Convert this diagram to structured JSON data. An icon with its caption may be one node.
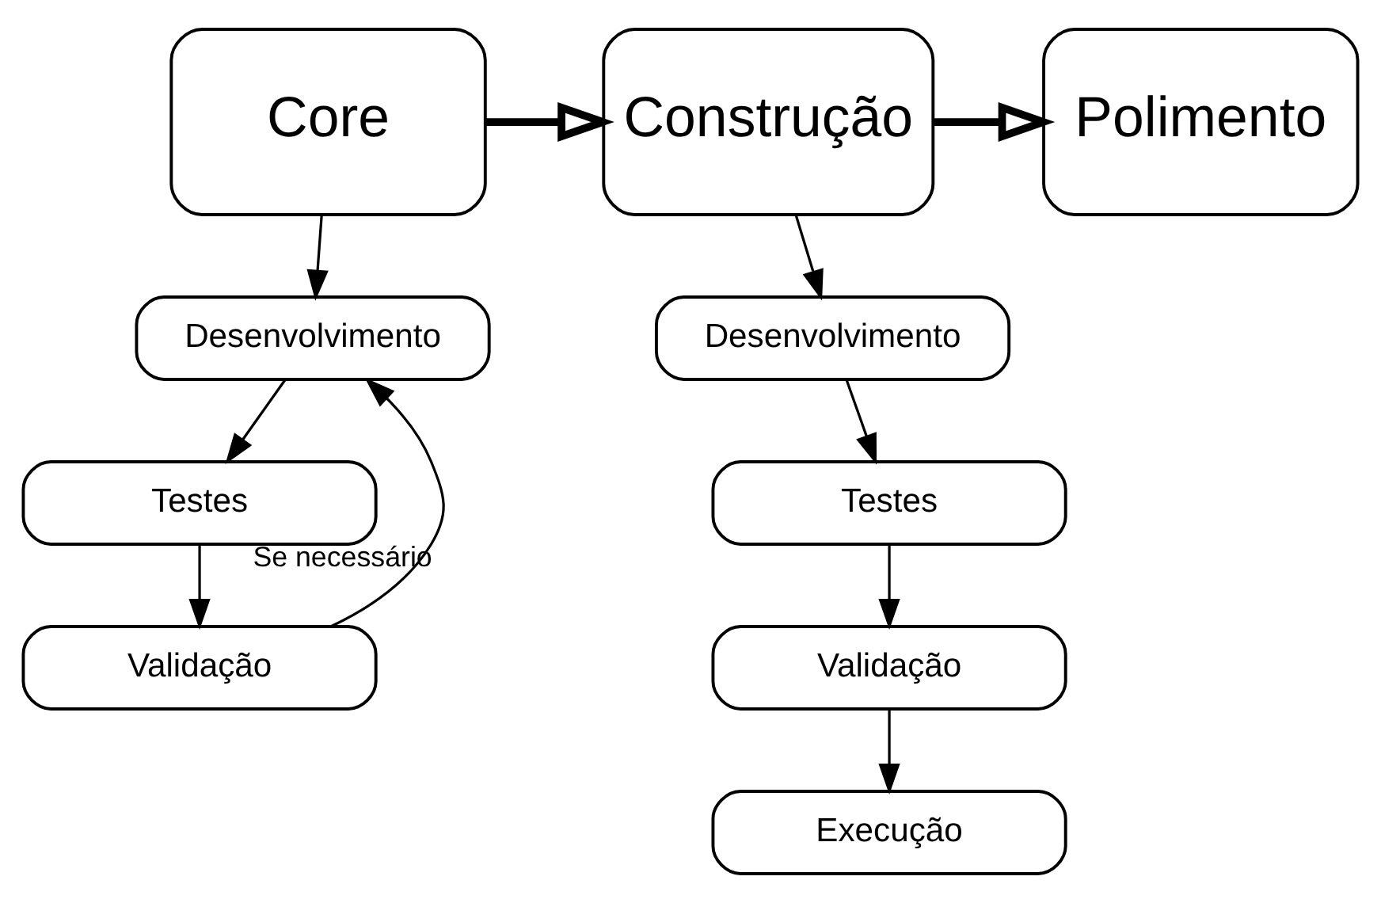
{
  "diagram": {
    "nodes": [
      {
        "text": [
          "Core"
        ]
      },
      {
        "text": [
          "Construção"
        ]
      },
      {
        "text": [
          "Polimento"
        ]
      },
      {
        "text": [
          "Desenvolvimento"
        ]
      },
      {
        "text": [
          "Testes"
        ]
      },
      {
        "text": [
          "Validação"
        ]
      },
      {
        "text": [
          "Desenvolvimento"
        ]
      },
      {
        "text": [
          "Testes"
        ]
      },
      {
        "text": [
          "Validação"
        ]
      },
      {
        "text": [
          "Execução"
        ]
      }
    ],
    "edges": [
      {
        "from": 0,
        "to": 1,
        "arrow": "to",
        "style": "thick"
      },
      {
        "from": 1,
        "to": 2,
        "arrow": "to",
        "style": "thick"
      },
      {
        "from": 0,
        "to": 3,
        "arrow": "to"
      },
      {
        "from": 3,
        "to": 4,
        "arrow": "to"
      },
      {
        "from": 4,
        "to": 5,
        "arrow": "to"
      },
      {
        "from": 5,
        "to": 3,
        "arrow": "to",
        "label": "Se necessário"
      },
      {
        "from": 1,
        "to": 6,
        "arrow": "to"
      },
      {
        "from": 6,
        "to": 7,
        "arrow": "to"
      },
      {
        "from": 7,
        "to": 8,
        "arrow": "to"
      },
      {
        "from": 8,
        "to": 9,
        "arrow": "to"
      }
    ]
  }
}
